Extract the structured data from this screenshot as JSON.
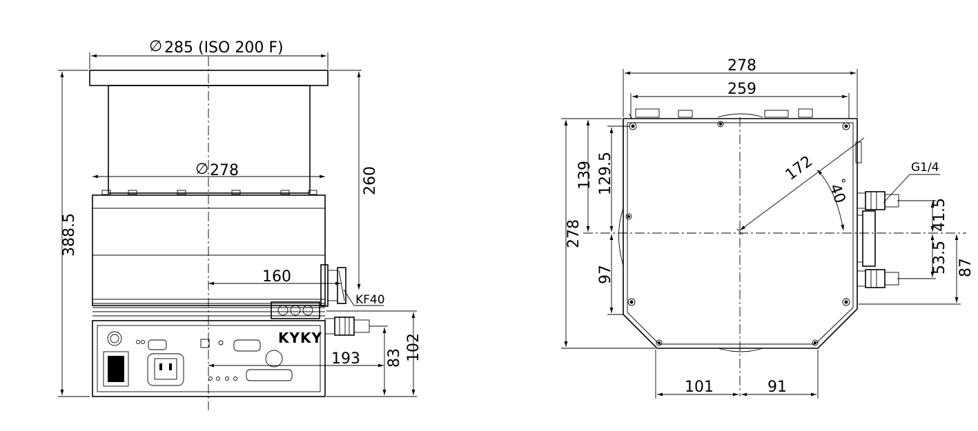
{
  "side_view": {
    "flange_dim": "285 (ISO 200 F)",
    "body_dia": "278",
    "height_total": "388.5",
    "height_upper": "260",
    "offset_160": "160",
    "port_label": "KF40",
    "offset_193": "193",
    "height_83": "83",
    "height_102": "102",
    "brand": "KYKY"
  },
  "bottom_view": {
    "width_outer": "278",
    "width_inner": "259",
    "height_total": "278",
    "dim_139": "139",
    "dim_1295": "129.5",
    "dim_97": "97",
    "radius": "172",
    "angle": "40",
    "degree": "°",
    "thread_label": "G1/4",
    "dim_415": "41.5",
    "dim_535": "53.5",
    "dim_87": "87",
    "dim_101": "101",
    "dim_91": "91"
  }
}
